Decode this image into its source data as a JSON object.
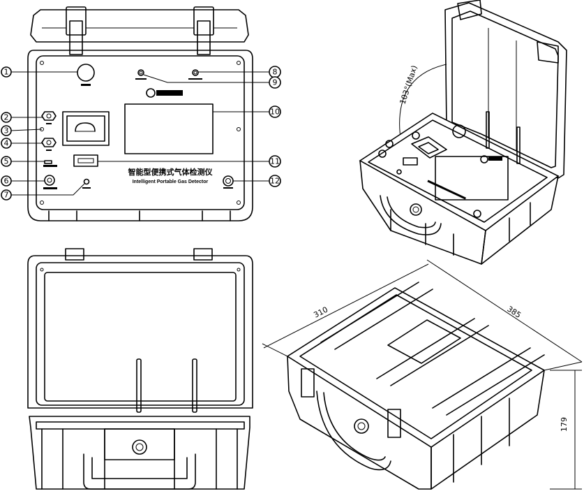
{
  "front_panel": {
    "title_cn": "智能型便携式气体检测仪",
    "title_en": "Intelligent Portable Gas Detector",
    "callouts": [
      "1",
      "2",
      "3",
      "4",
      "5",
      "6",
      "7",
      "8",
      "9",
      "10",
      "11",
      "12"
    ]
  },
  "open_view": {
    "angle_label": "103°(Max)"
  },
  "dimensions": {
    "depth": "310",
    "width": "385",
    "height": "179"
  }
}
